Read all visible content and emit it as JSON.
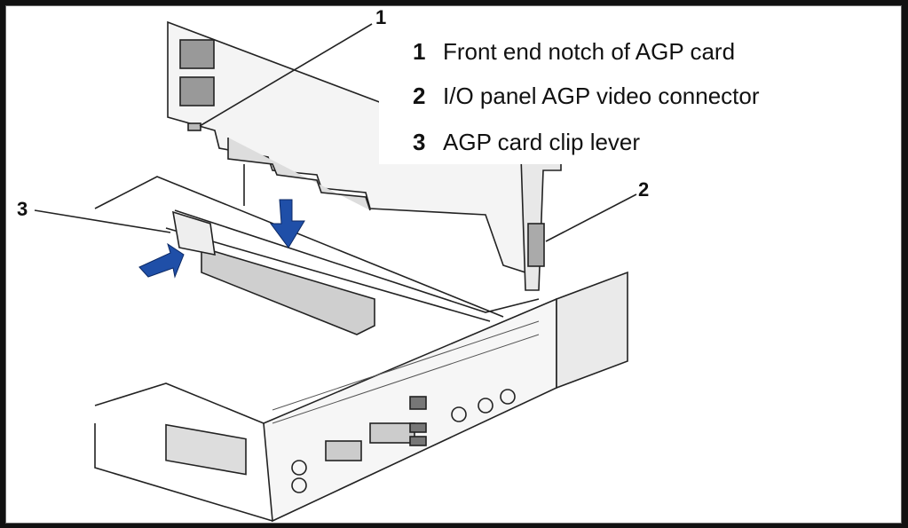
{
  "legend": [
    {
      "number": "1",
      "text": "Front end notch of AGP card"
    },
    {
      "number": "2",
      "text": "I/O panel AGP video connector"
    },
    {
      "number": "3",
      "text": "AGP card clip lever"
    }
  ],
  "callouts": [
    "1",
    "2",
    "3"
  ],
  "colors": {
    "arrow": "#1f4fa8",
    "frame": "#111111",
    "line": "#222222"
  }
}
